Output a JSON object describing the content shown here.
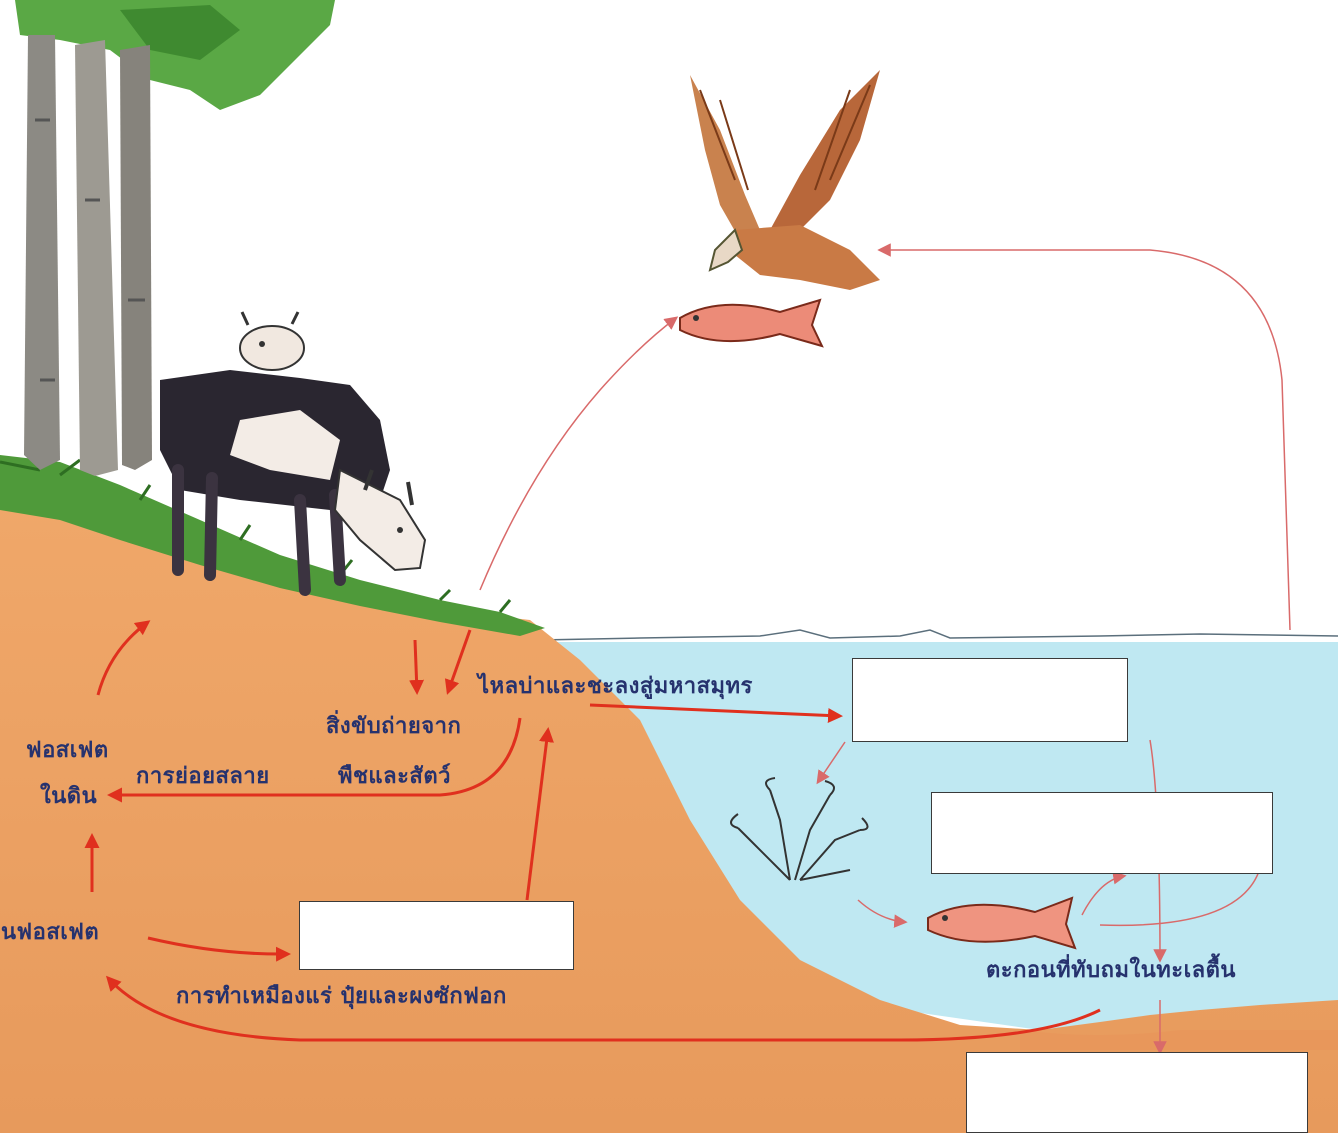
{
  "labels": {
    "soil_phosphate_line1": "ฟอสเฟต",
    "soil_phosphate_line2": "ในดิน",
    "decomposition": "การย่อยสลาย",
    "excretion_line1": "สิ่งขับถ่ายจาก",
    "excretion_line2": "พืชและสัตว์",
    "runoff_to_sea": "ไหลบ่าและชะลงสู่มหาสมุทร",
    "phosphate_rock": "หินฟอสเฟต",
    "mining_fertilizer_detergent": "การทำเหมืองแร่ ปุ๋ยและผงซักฟอก",
    "shallow_sediment": "ตะกอนที่ทับถมในทะเลตื้น"
  },
  "answer_boxes": [
    "",
    "",
    "",
    ""
  ],
  "colors": {
    "arrow_bold": "#e0301e",
    "arrow_thin": "#d96a6a",
    "label_text": "#26326e",
    "soil": "#eaa066",
    "water": "#bfe8f2",
    "grass": "#4f9a3a"
  },
  "icons": [
    "tree",
    "cow",
    "calf",
    "eagle",
    "fish",
    "seaweed"
  ]
}
